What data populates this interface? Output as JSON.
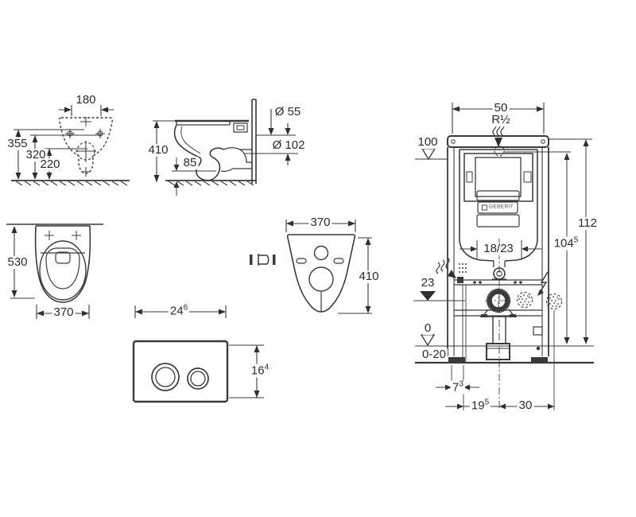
{
  "views": {
    "top_view": {
      "width": "180",
      "h_total": "355",
      "h_mid": "320",
      "h_low": "220"
    },
    "side_view": {
      "height": "410",
      "rim": "85",
      "supply": "Ø 55",
      "drain": "Ø 102"
    },
    "front_view": {
      "height": "530",
      "width": "370"
    },
    "flush_plate": {
      "width_main": "24",
      "width_sup": "6",
      "height_main": "16",
      "height_sup": "4"
    },
    "gasket": {
      "width": "370",
      "height": "410"
    },
    "frame": {
      "width": "50",
      "thread": "R½",
      "level_top": "100",
      "total_height": "112",
      "inner_height_main": "104",
      "inner_height_sup": "5",
      "opening": "18/23",
      "level_mid": "23",
      "level_zero": "0",
      "floor_adjust": "0-20",
      "leg_offset_main": "7",
      "leg_offset_sup": "3",
      "drain_offset_main": "19",
      "drain_offset_sup": "5",
      "anchor_offset": "30",
      "brand": "GEBERIT"
    }
  },
  "colors": {
    "line": "#3a3a3a",
    "line2": "#2f2f2f",
    "text": "#2b2b2b",
    "background": "#ffffff"
  }
}
